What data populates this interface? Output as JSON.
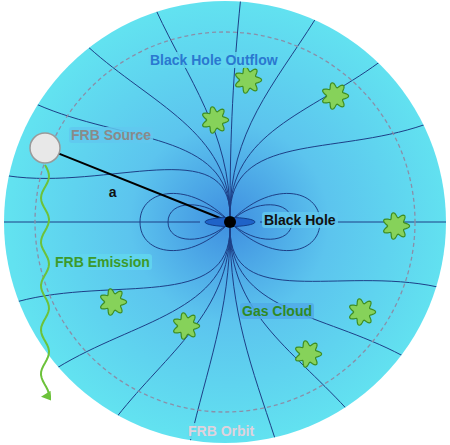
{
  "diagram": {
    "nodes": [
      {
        "text": [
          "FRB Source"
        ]
      },
      {
        "text": [
          "Black Hole"
        ]
      }
    ],
    "edges": [
      {
        "from": 0,
        "to": 1,
        "label": "a",
        "arrow": "none"
      }
    ],
    "labels": [
      "Black Hole Outflow",
      "FRB Emission",
      "Gas Cloud",
      "FRB Orbit"
    ]
  }
}
